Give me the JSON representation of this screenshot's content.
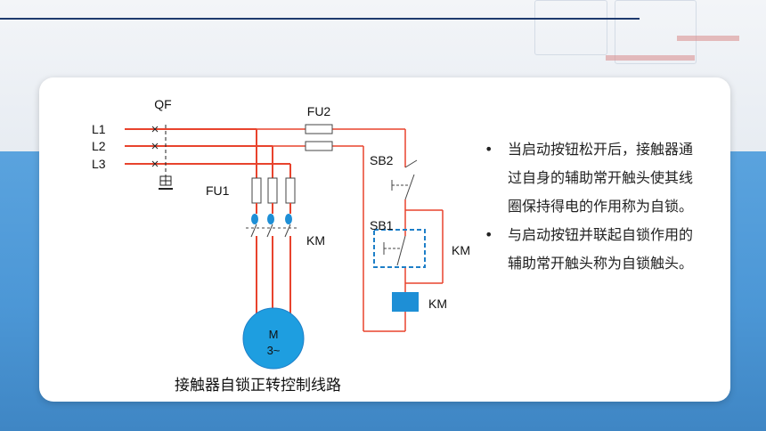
{
  "diagram": {
    "labels": {
      "qf": "QF",
      "l1": "L1",
      "l2": "L2",
      "l3": "L3",
      "fu2": "FU2",
      "fu1": "FU1",
      "km_contacts": "KM",
      "sb2": "SB2",
      "sb1": "SB1",
      "km_aux": "KM",
      "km_coil": "KM",
      "motor_m": "M",
      "motor_phase": "3~"
    },
    "caption": "接触器自锁正转控制线路",
    "colors": {
      "power_line": "#e8432d",
      "coil": "#1e8fd6",
      "selflock_box": "#1e7fc8",
      "motor": "#1e9ee0"
    }
  },
  "bullets": [
    "当启动按钮松开后，接触器通过自身的辅助常开触头使其线圈保持得电的作用称为自锁。",
    "与启动按钮并联起自锁作用的辅助常开触头称为自锁触头。"
  ],
  "bullet_symbol": "•"
}
